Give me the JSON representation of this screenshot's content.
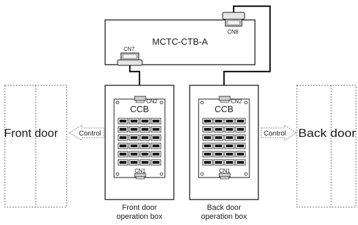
{
  "ctb_board": {
    "label": "MCTC-CTB-A",
    "connector_left": "CN7",
    "connector_right": "CN8"
  },
  "front_door": {
    "label": "Front door"
  },
  "back_door": {
    "label": "Back door"
  },
  "front_box": {
    "ccb_label": "CCB",
    "connector_top": "CN2",
    "connector_bottom": "CN1",
    "caption_line1": "Front door",
    "caption_line2": "operation box",
    "arrow_label": "Control"
  },
  "back_box": {
    "ccb_label": "CCB",
    "connector_top": "CN2",
    "connector_bottom": "CN1",
    "caption_line1": "Back door",
    "caption_line2": "operation box",
    "arrow_label": "Control"
  },
  "button_grid": {
    "rows": 6,
    "cols": 4
  }
}
